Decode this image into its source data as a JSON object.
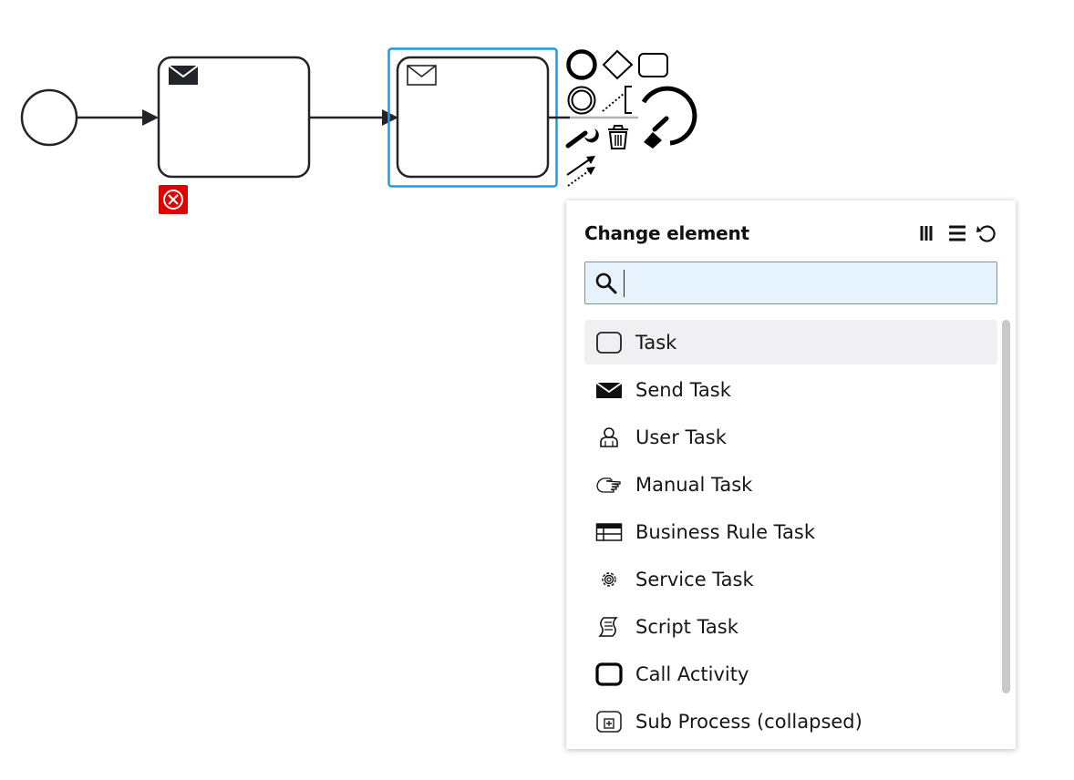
{
  "colors": {
    "stroke": "#22242a",
    "selection": "#1a9be8",
    "error": "#e00000",
    "search_bg": "#e6f3fc",
    "search_border": "#49a3d9",
    "active_entry_bg": "#f0f0f2"
  },
  "diagram": {
    "start_event": "start-event-circle",
    "task1_marker": "send-task-filled-envelope-icon",
    "task2_marker": "receive-task-outline-envelope-icon",
    "error_marker": "error-x-icon"
  },
  "context_pad": {
    "icons": [
      "end-event-icon",
      "gateway-icon",
      "task-icon",
      "intermediate-event-icon",
      "text-annotation-icon",
      "change-type-wrench-icon",
      "delete-trash-icon",
      "color-brush-icon",
      "connect-arrow-icon"
    ]
  },
  "popup": {
    "title": "Change element",
    "header_icons": [
      "columns-icon",
      "list-icon",
      "reset-icon"
    ],
    "search": {
      "value": "",
      "placeholder": ""
    },
    "entries": [
      {
        "label": "Task",
        "icon": "task-icon",
        "active": true
      },
      {
        "label": "Send Task",
        "icon": "send-task-icon"
      },
      {
        "label": "User Task",
        "icon": "user-task-icon"
      },
      {
        "label": "Manual Task",
        "icon": "manual-task-icon"
      },
      {
        "label": "Business Rule Task",
        "icon": "business-rule-task-icon"
      },
      {
        "label": "Service Task",
        "icon": "service-task-icon"
      },
      {
        "label": "Script Task",
        "icon": "script-task-icon"
      },
      {
        "label": "Call Activity",
        "icon": "call-activity-icon"
      },
      {
        "label": "Sub Process (collapsed)",
        "icon": "subprocess-collapsed-icon"
      }
    ]
  }
}
